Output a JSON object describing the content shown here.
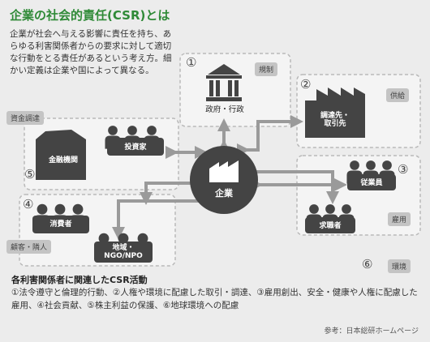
{
  "title": "企業の社会的責任(CSR)とは",
  "intro": "企業が社会へ与える影響に責任を持ち、あらゆる利害関係者からの要求に対して適切な行動をとる責任があるという考え方。細かい定義は企業や国によって異なる。",
  "center_label": "企業",
  "groups": {
    "government": {
      "num": "①",
      "tag": "規制",
      "label": "政府・行政"
    },
    "suppliers": {
      "num": "②",
      "tag": "供給",
      "label": "調達先・\n取引先"
    },
    "employees": {
      "num": "③",
      "tag": "雇用",
      "label_employee": "従業員",
      "label_applicant": "求職者"
    },
    "consumers": {
      "num": "④",
      "tag": "顧客・隣人",
      "label_consumer": "消費者",
      "label_community": "地域・\nNGO/NPO"
    },
    "finance": {
      "num": "⑤",
      "tag": "資金調達",
      "label_bank": "金融機関",
      "label_investor": "投資家"
    },
    "environment": {
      "num": "⑥",
      "tag": "環境"
    }
  },
  "footer_title": "各利害関係者に関連したCSR活動",
  "footer_body": "①法令遵守と倫理的行動、②人権や環境に配慮した取引・調達、③雇用創出、安全・健康や人権に配慮した雇用、④社会貢献、⑤株主利益の保護、⑥地球環境への配慮",
  "source": "参考：日本総研ホームページ",
  "colors": {
    "title": "#2f8a37",
    "shape": "#444444",
    "arrow": "#9a9a9a",
    "tag": "#c4c4c4"
  }
}
